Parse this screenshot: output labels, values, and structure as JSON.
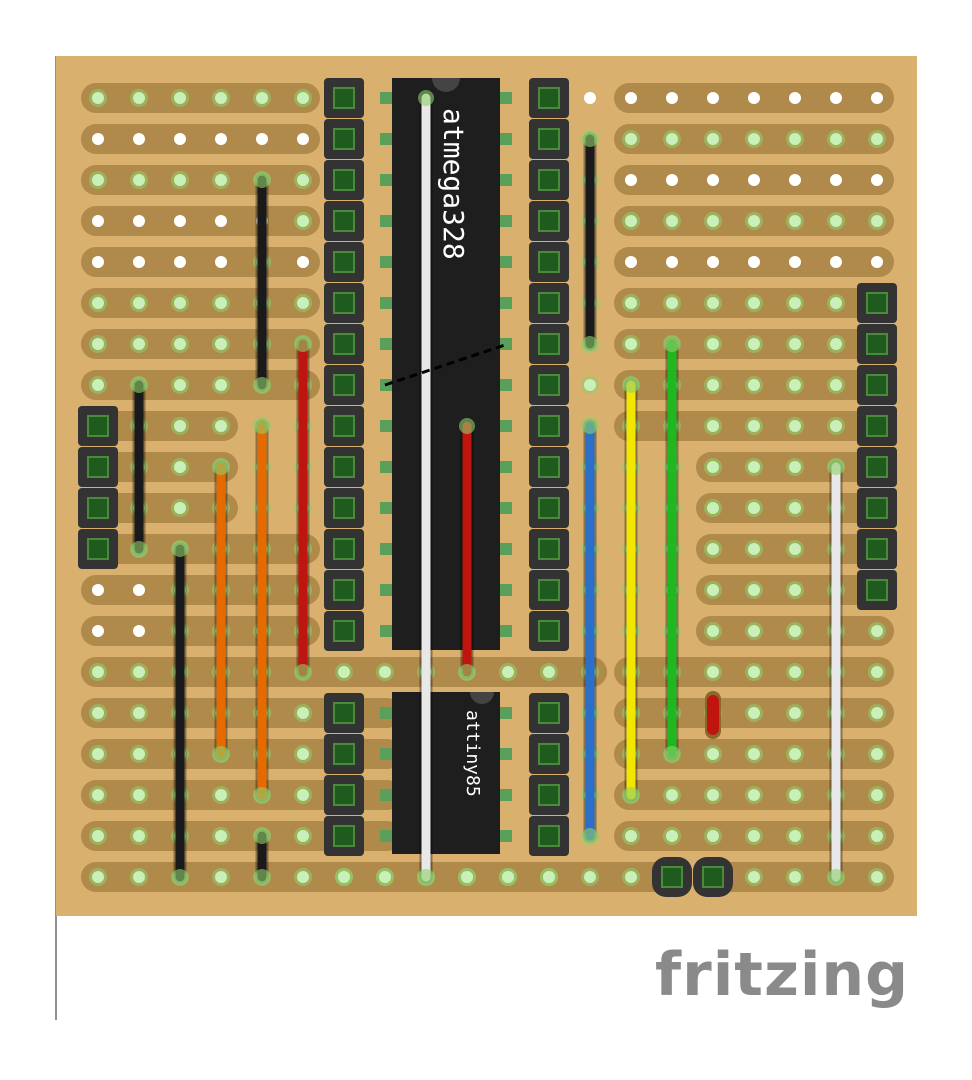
{
  "colors": {
    "board": "#d9b06e",
    "strip": "#b08a4a",
    "hole_free": "#ffffff",
    "hole_connected": "#c8f0b8",
    "hole_glow": "#8fcf6a",
    "header_body": "#333333",
    "header_pin": "#1f5a1f",
    "chip_body": "#1e1e1e",
    "wire_black": "#1a1a1a",
    "wire_red": "#c0140e",
    "wire_orange": "#e56a00",
    "wire_white": "#e8e8e8",
    "wire_blue": "#2a6fc8",
    "wire_yellow": "#f2e600",
    "wire_green": "#1fb81f",
    "logo": "#8a8a8a"
  },
  "components": {
    "chip_main": {
      "label": "atmega328",
      "type": "DIP-28"
    },
    "chip_small": {
      "label": "attiny85",
      "type": "DIP-8"
    },
    "header_left_pins": 4,
    "header_right_pins": 8,
    "jumper_bottom_pins": 2,
    "wires": [
      {
        "name": "wire-black",
        "color": "wire_black"
      },
      {
        "name": "wire-red",
        "color": "wire_red"
      },
      {
        "name": "wire-orange",
        "color": "wire_orange"
      },
      {
        "name": "wire-white",
        "color": "wire_white"
      },
      {
        "name": "wire-blue",
        "color": "wire_blue"
      },
      {
        "name": "wire-yellow",
        "color": "wire_yellow"
      },
      {
        "name": "wire-green",
        "color": "wire_green"
      }
    ],
    "resistor": {
      "color": "wire_red"
    }
  },
  "logo": {
    "text": "fritzing"
  }
}
